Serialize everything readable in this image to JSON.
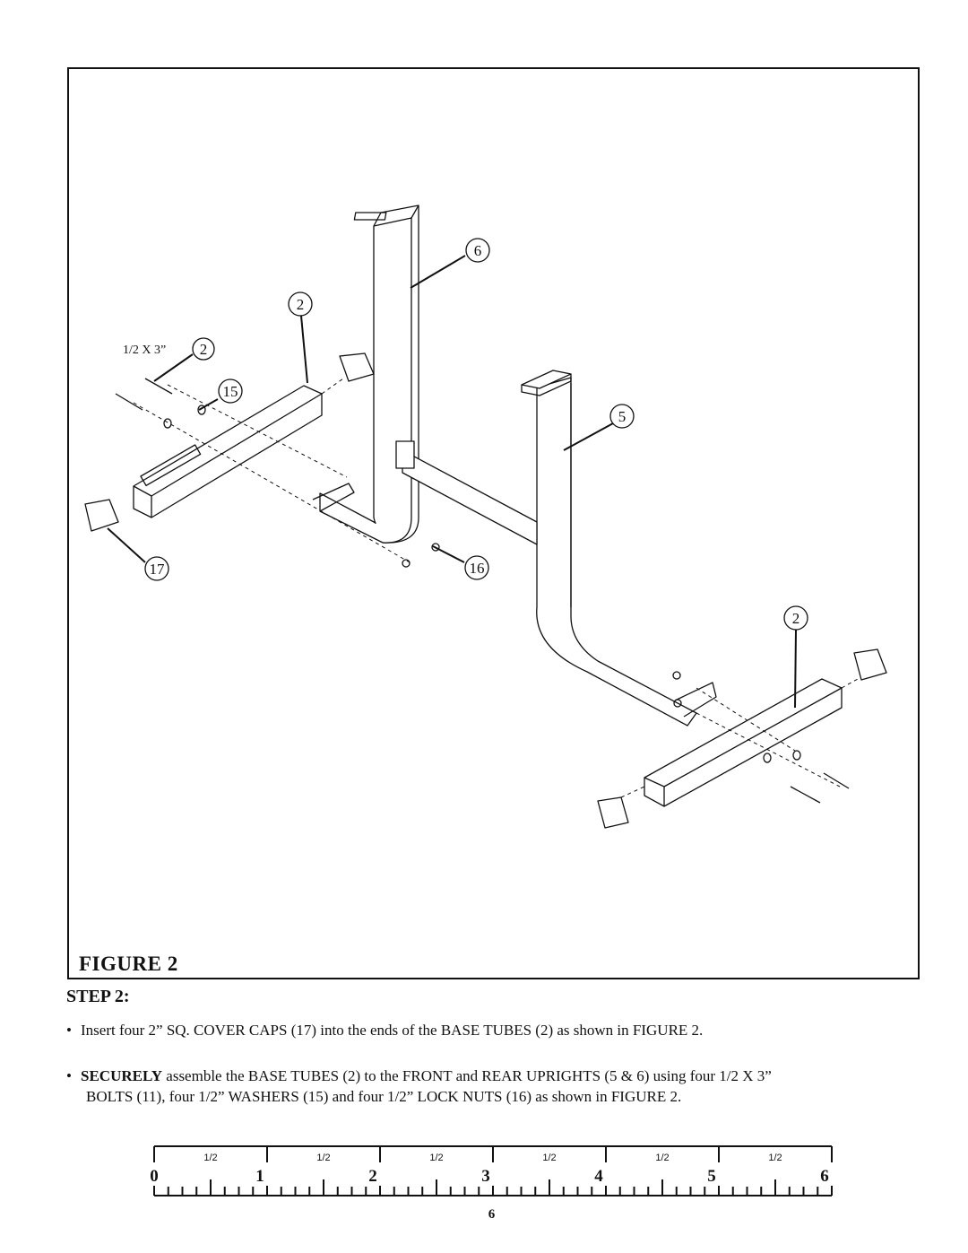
{
  "figure": {
    "caption": "FIGURE 2",
    "callouts": {
      "bolt_size": "1/2 X 3”",
      "c_2a": "2",
      "c_2b": "2",
      "c_2c": "2",
      "c_6": "6",
      "c_5": "5",
      "c_15": "15",
      "c_16": "16",
      "c_17": "17"
    }
  },
  "step": {
    "heading": "STEP 2:",
    "bullet_1": "Insert four 2” SQ. COVER CAPS (17) into the ends of the BASE TUBES (2) as shown in FIGURE 2.",
    "bullet_2_bold": "SECURELY",
    "bullet_2_rest": " assemble the BASE TUBES (2) to the FRONT and REAR UPRIGHTS (5 & 6) using four 1/2 X 3”",
    "bullet_2_line2": "BOLTS (11), four 1/2” WASHERS (15) and four 1/2” LOCK NUTS (16) as shown in FIGURE 2."
  },
  "ruler": {
    "numbers": [
      "0",
      "1",
      "2",
      "3",
      "4",
      "5",
      "6"
    ],
    "half_label": "1/2"
  },
  "page_number": "6"
}
